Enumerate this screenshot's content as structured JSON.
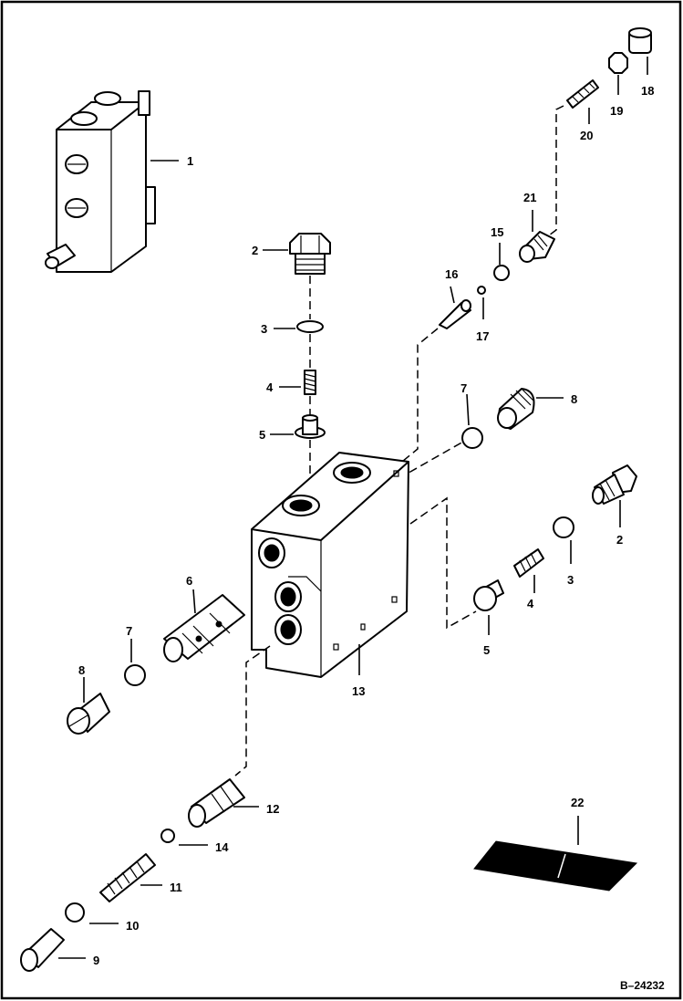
{
  "callouts": [
    "1",
    "2",
    "3",
    "4",
    "5",
    "15",
    "16",
    "17",
    "21",
    "20",
    "19",
    "18",
    "7",
    "8",
    "2",
    "3",
    "4",
    "5",
    "6",
    "7",
    "8",
    "13",
    "12",
    "14",
    "11",
    "10",
    "9",
    "22"
  ],
  "reference": "B–24232"
}
